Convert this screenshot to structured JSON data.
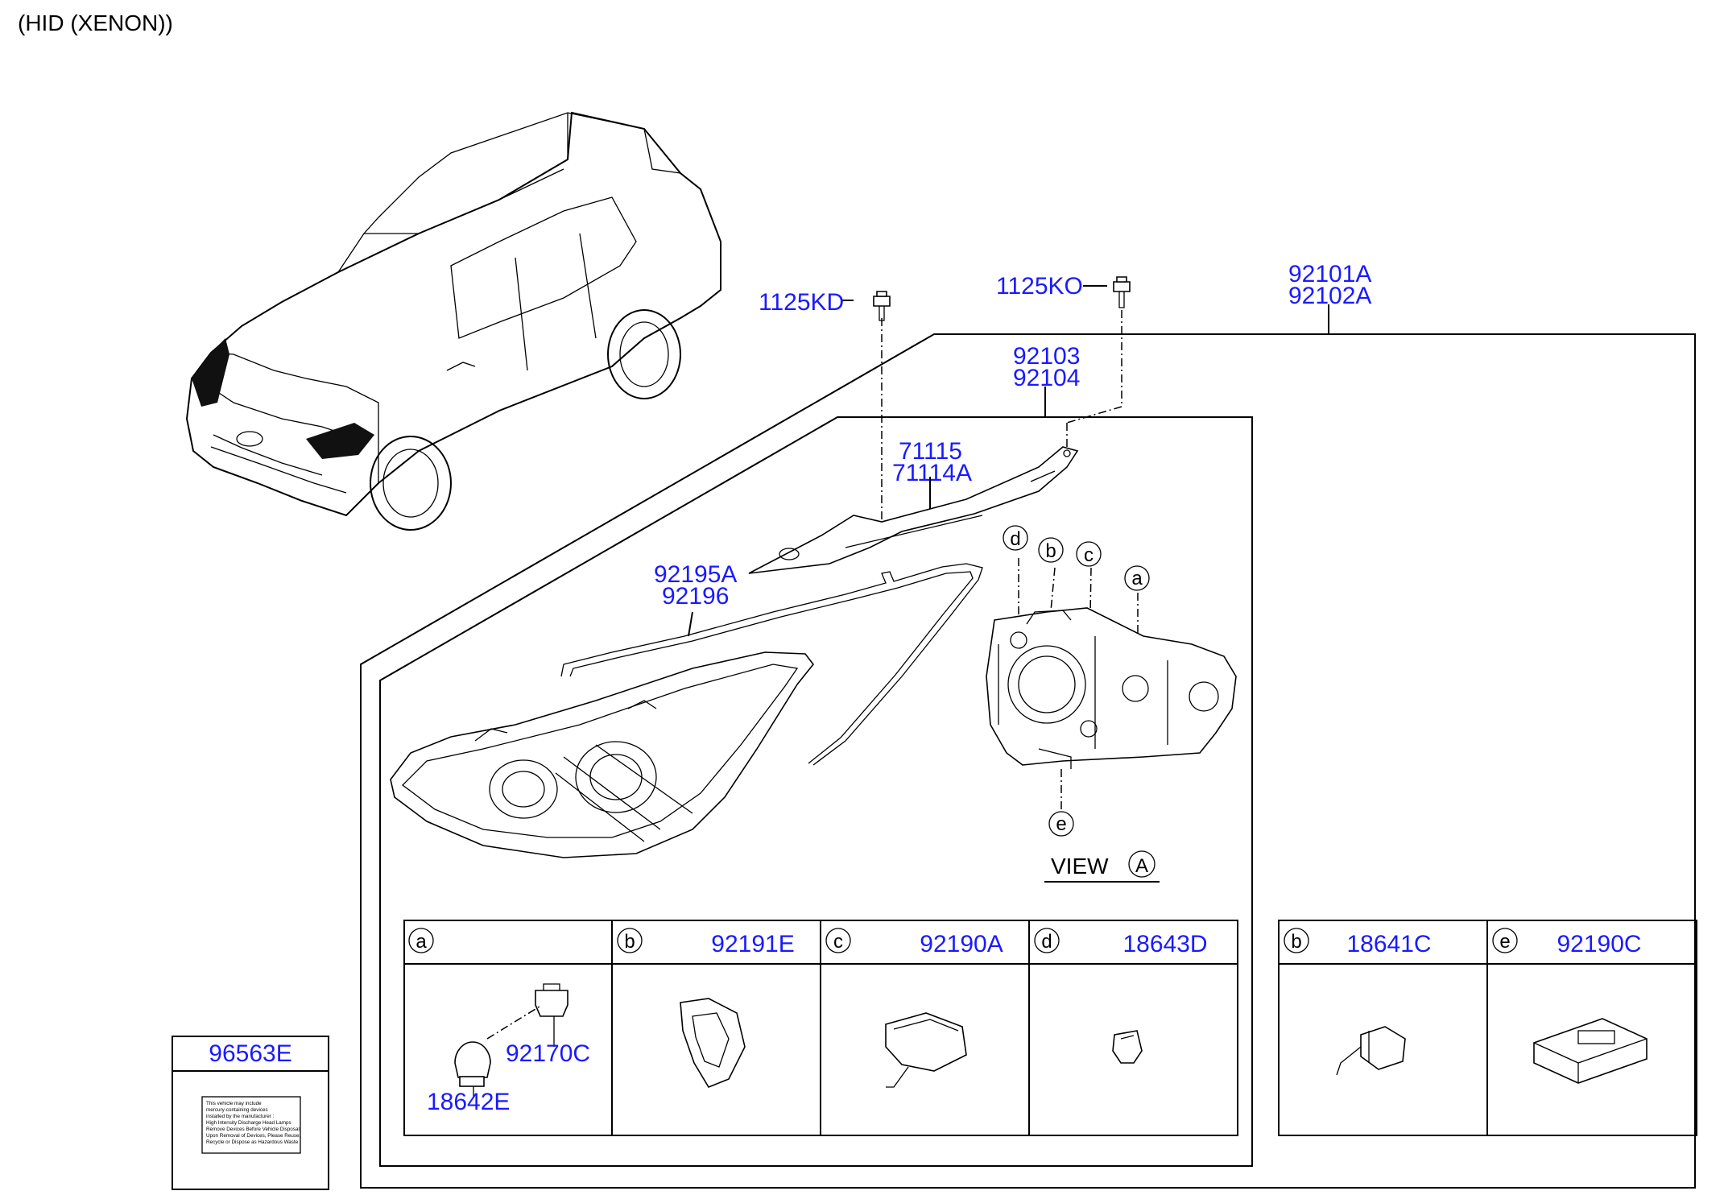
{
  "header": {
    "title": "(HID (XENON))"
  },
  "callouts": {
    "screw_left": "1125KD",
    "screw_right": "1125KO",
    "assembly_1": "92101A",
    "assembly_2": "92102A",
    "housing_1": "92103",
    "housing_2": "92104",
    "bracket_1": "71115",
    "bracket_2": "71114A",
    "seal_1": "92195A",
    "seal_2": "92196"
  },
  "view": {
    "label": "VIEW",
    "letter": "A"
  },
  "markers": {
    "a": "a",
    "b": "b",
    "c": "c",
    "d": "d",
    "e": "e"
  },
  "table_left": {
    "columns": [
      {
        "key": "a",
        "part": ""
      },
      {
        "key": "b",
        "part": "92191E"
      },
      {
        "key": "c",
        "part": "92190A"
      },
      {
        "key": "d",
        "part": "18643D"
      }
    ],
    "cell_a_labels": {
      "socket": "92170C",
      "bulb": "18642E"
    }
  },
  "table_right": {
    "columns": [
      {
        "key": "b",
        "part": "18641C"
      },
      {
        "key": "e",
        "part": "92190C"
      }
    ]
  },
  "label_box": {
    "part": "96563E",
    "sticker_lines": [
      "This vehicle may include",
      "mercury-containing devices",
      "installed by the manufacturer :",
      "High Intensity Discharge Head Lamps",
      "Remove Devices Before Vehicle Disposal",
      "Upon Removal of Devices, Please Reuse,",
      "Recycle or Dispose as Hazardous Waste"
    ]
  }
}
